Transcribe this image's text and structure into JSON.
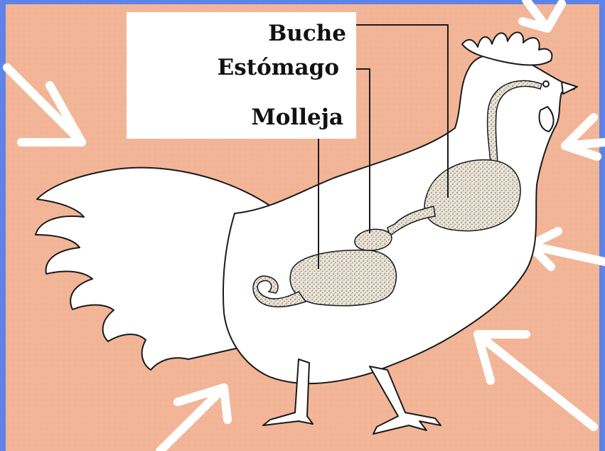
{
  "diagram": {
    "labels": {
      "crop": "Buche",
      "stomach": "Estómago",
      "gizzard": "Molleja"
    },
    "colors": {
      "frame": "#5f83e8",
      "background": "#f2b597",
      "silhouette": "#ffffff",
      "outline": "#1a1a1a",
      "organ_fill": "#e9e1d2"
    }
  }
}
